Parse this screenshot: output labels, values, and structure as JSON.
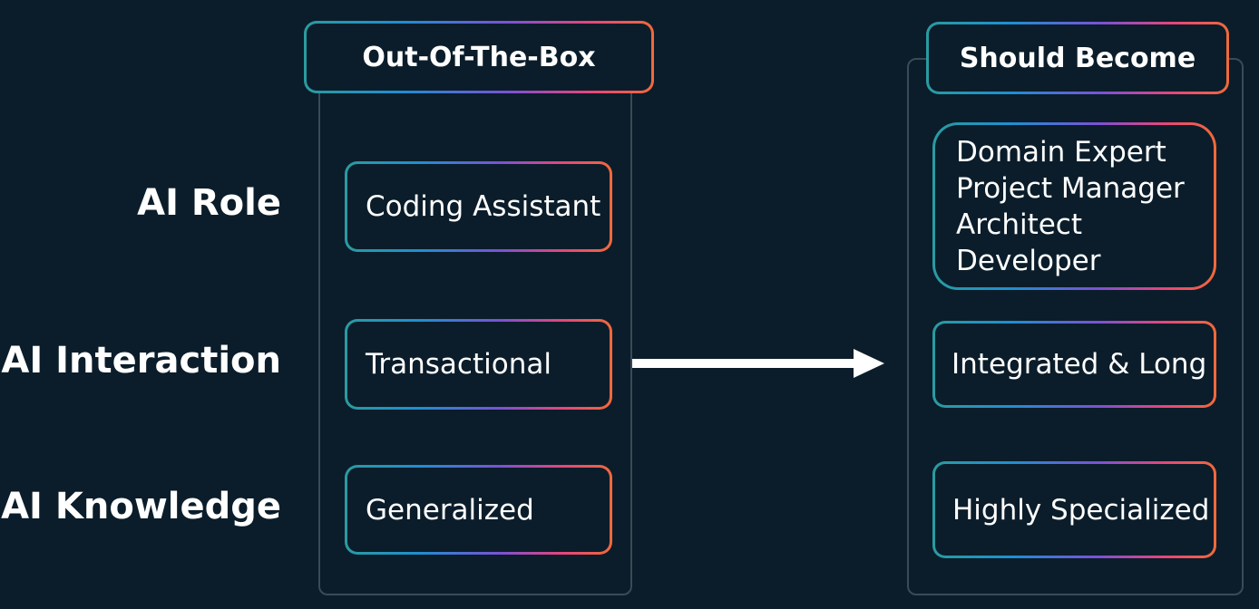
{
  "columns": {
    "current": {
      "title": "Out-Of-The-Box"
    },
    "target": {
      "title": "Should Become"
    }
  },
  "rows": {
    "role": {
      "label": "AI Role",
      "current": "Coding Assistant",
      "target_lines": [
        "Domain Expert",
        "Project Manager",
        "Architect",
        "Developer"
      ]
    },
    "interaction": {
      "label": "AI Interaction",
      "current": "Transactional",
      "target": "Integrated & Long"
    },
    "knowledge": {
      "label": "AI Knowledge",
      "current": "Generalized",
      "target": "Highly Specialized"
    }
  }
}
